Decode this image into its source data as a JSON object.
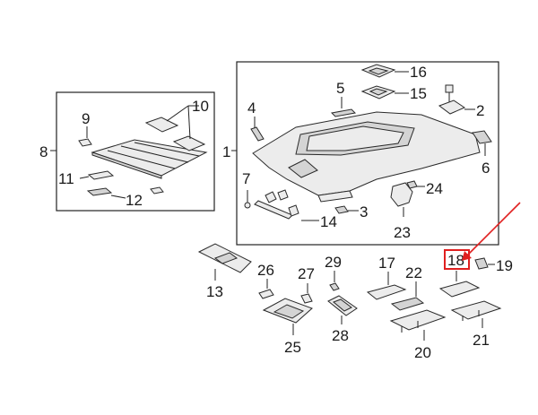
{
  "diagram": {
    "callouts": {
      "c1": "1",
      "c2": "2",
      "c3": "3",
      "c4": "4",
      "c5": "5",
      "c6": "6",
      "c7": "7",
      "c8": "8",
      "c9": "9",
      "c10": "10",
      "c11": "11",
      "c12": "12",
      "c13": "13",
      "c14": "14",
      "c15": "15",
      "c16": "16",
      "c17": "17",
      "c18": "18",
      "c19": "19",
      "c20": "20",
      "c21": "21",
      "c22": "22",
      "c23": "23",
      "c24": "24",
      "c25": "25",
      "c26": "26",
      "c27": "27",
      "c28": "28",
      "c29": "29"
    },
    "highlight": {
      "callout": "18",
      "color": "#e02020"
    },
    "colors": {
      "line": "#222222",
      "part_fill": "#ececec",
      "part_shade": "#d4d4d4"
    }
  }
}
